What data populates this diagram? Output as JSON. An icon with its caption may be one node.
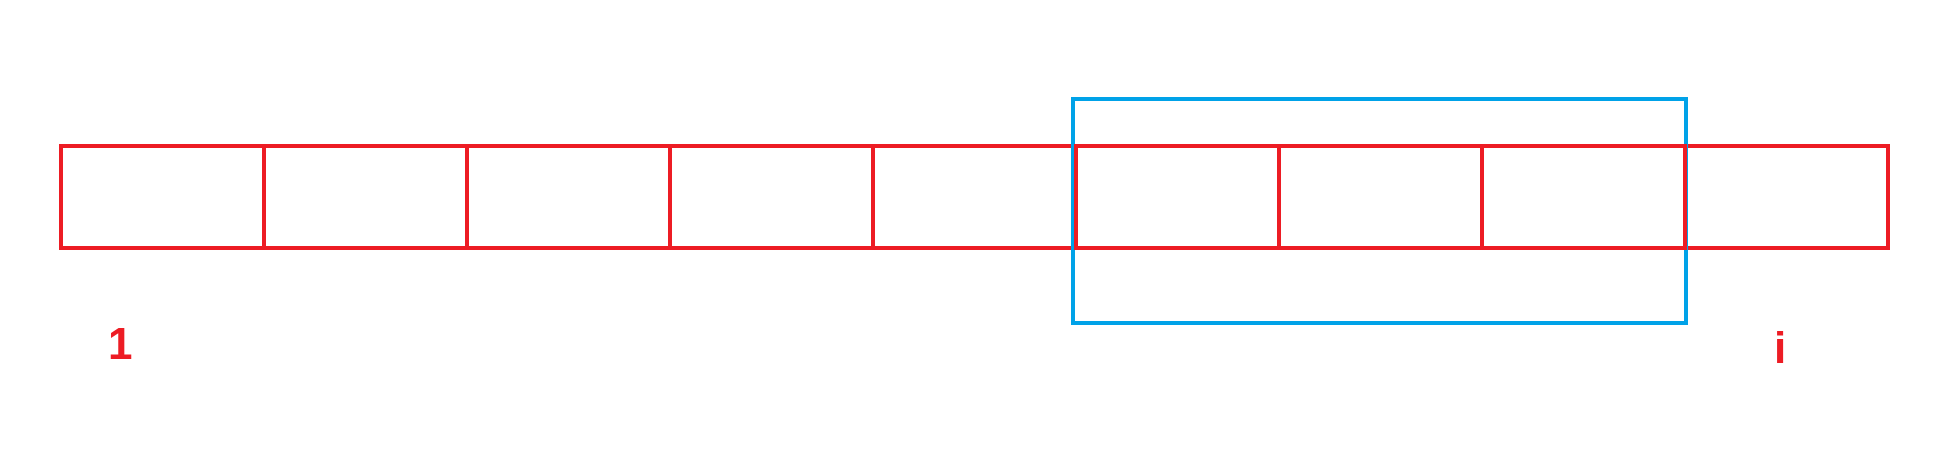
{
  "diagram": {
    "nodes": [
      {
        "text": [],
        "shape": "box"
      },
      {
        "text": [],
        "shape": "box"
      },
      {
        "text": [],
        "shape": "box"
      },
      {
        "text": [],
        "shape": "box"
      },
      {
        "text": [],
        "shape": "box"
      },
      {
        "text": [],
        "shape": "box"
      },
      {
        "text": [],
        "shape": "box",
        "in": 5
      },
      {
        "text": [],
        "shape": "box",
        "in": 5
      },
      {
        "text": [],
        "shape": "box",
        "in": 5
      },
      {
        "text": [],
        "shape": "box"
      }
    ],
    "labels": [
      "1",
      "i"
    ]
  }
}
